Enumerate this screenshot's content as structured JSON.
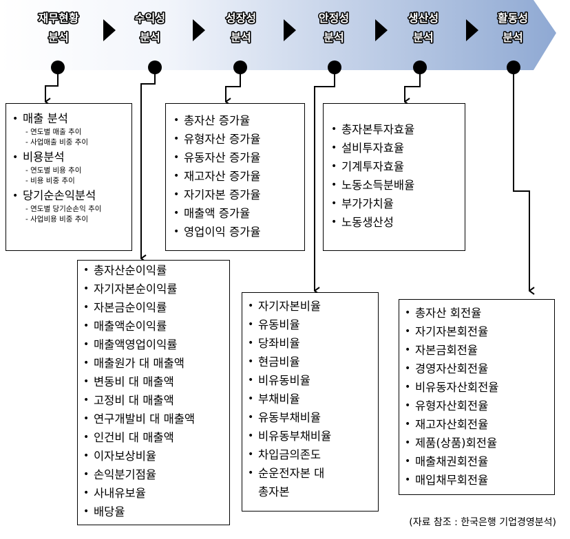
{
  "stages": [
    {
      "line1": "재무현황",
      "line2": "분석"
    },
    {
      "line1": "수익성",
      "line2": "분석"
    },
    {
      "line1": "성장성",
      "line2": "분석"
    },
    {
      "line1": "안정성",
      "line2": "분석"
    },
    {
      "line1": "생산성",
      "line2": "분석"
    },
    {
      "line1": "활동성",
      "line2": "분석"
    }
  ],
  "financial_status": {
    "groups": [
      {
        "title": "매출 분석",
        "subs": [
          "- 연도별 매출 추이",
          "- 사업매출 비중 추이"
        ]
      },
      {
        "title": "비용분석",
        "subs": [
          "- 연도별 비용 추이",
          "- 비용 비중 추이"
        ]
      },
      {
        "title": "당기순손익분석",
        "subs": [
          "- 연도별 당기순손익 추이",
          "- 사업비용 비중 추이"
        ]
      }
    ]
  },
  "profitability": {
    "items": [
      "총자산순이익률",
      "자기자본순이익률",
      "자본금순이익률",
      "매출액순이익률",
      "매출액영업이익률",
      "매출원가 대 매출액",
      "변동비 대 매출액",
      "고정비 대 매출액",
      "연구개발비 대 매출액",
      "인건비 대 매출액",
      "이자보상비율",
      "손익분기점율",
      "사내유보율",
      "배당율"
    ]
  },
  "growth": {
    "items": [
      "총자산 증가율",
      "유형자산 증가율",
      "유동자산 증가율",
      "재고자산 증가율",
      "자기자본 증가율",
      "매출액 증가율",
      "영업이익 증가율"
    ]
  },
  "stability": {
    "items": [
      "자기자본비율",
      "유동비율",
      "당좌비율",
      "현금비율",
      "비유동비율",
      "부채비율",
      "유동부채비율",
      "비유동부채비율",
      "차입금의존도",
      "순운전자본 대",
      "총자본"
    ]
  },
  "productivity": {
    "items": [
      "총자본투자효율",
      "설비투자효율",
      "기계투자효율",
      "노동소득분배율",
      "부가가치율",
      "노동생산성"
    ]
  },
  "activity": {
    "items": [
      "총자산 회전율",
      "자기자본회전율",
      "자본금회전율",
      "경영자산회전율",
      "비유동자산회전율",
      "유형자산회전율",
      "재고자산회전율",
      "제품(상품)회전율",
      "매출채권회전율",
      "매입채무회전율"
    ]
  },
  "source": "(자료 참조 : 한국은행 기업경영분석)",
  "colors": {
    "banner_start": "#ffffff",
    "banner_end": "#8fa9d3",
    "line": "#000000"
  }
}
